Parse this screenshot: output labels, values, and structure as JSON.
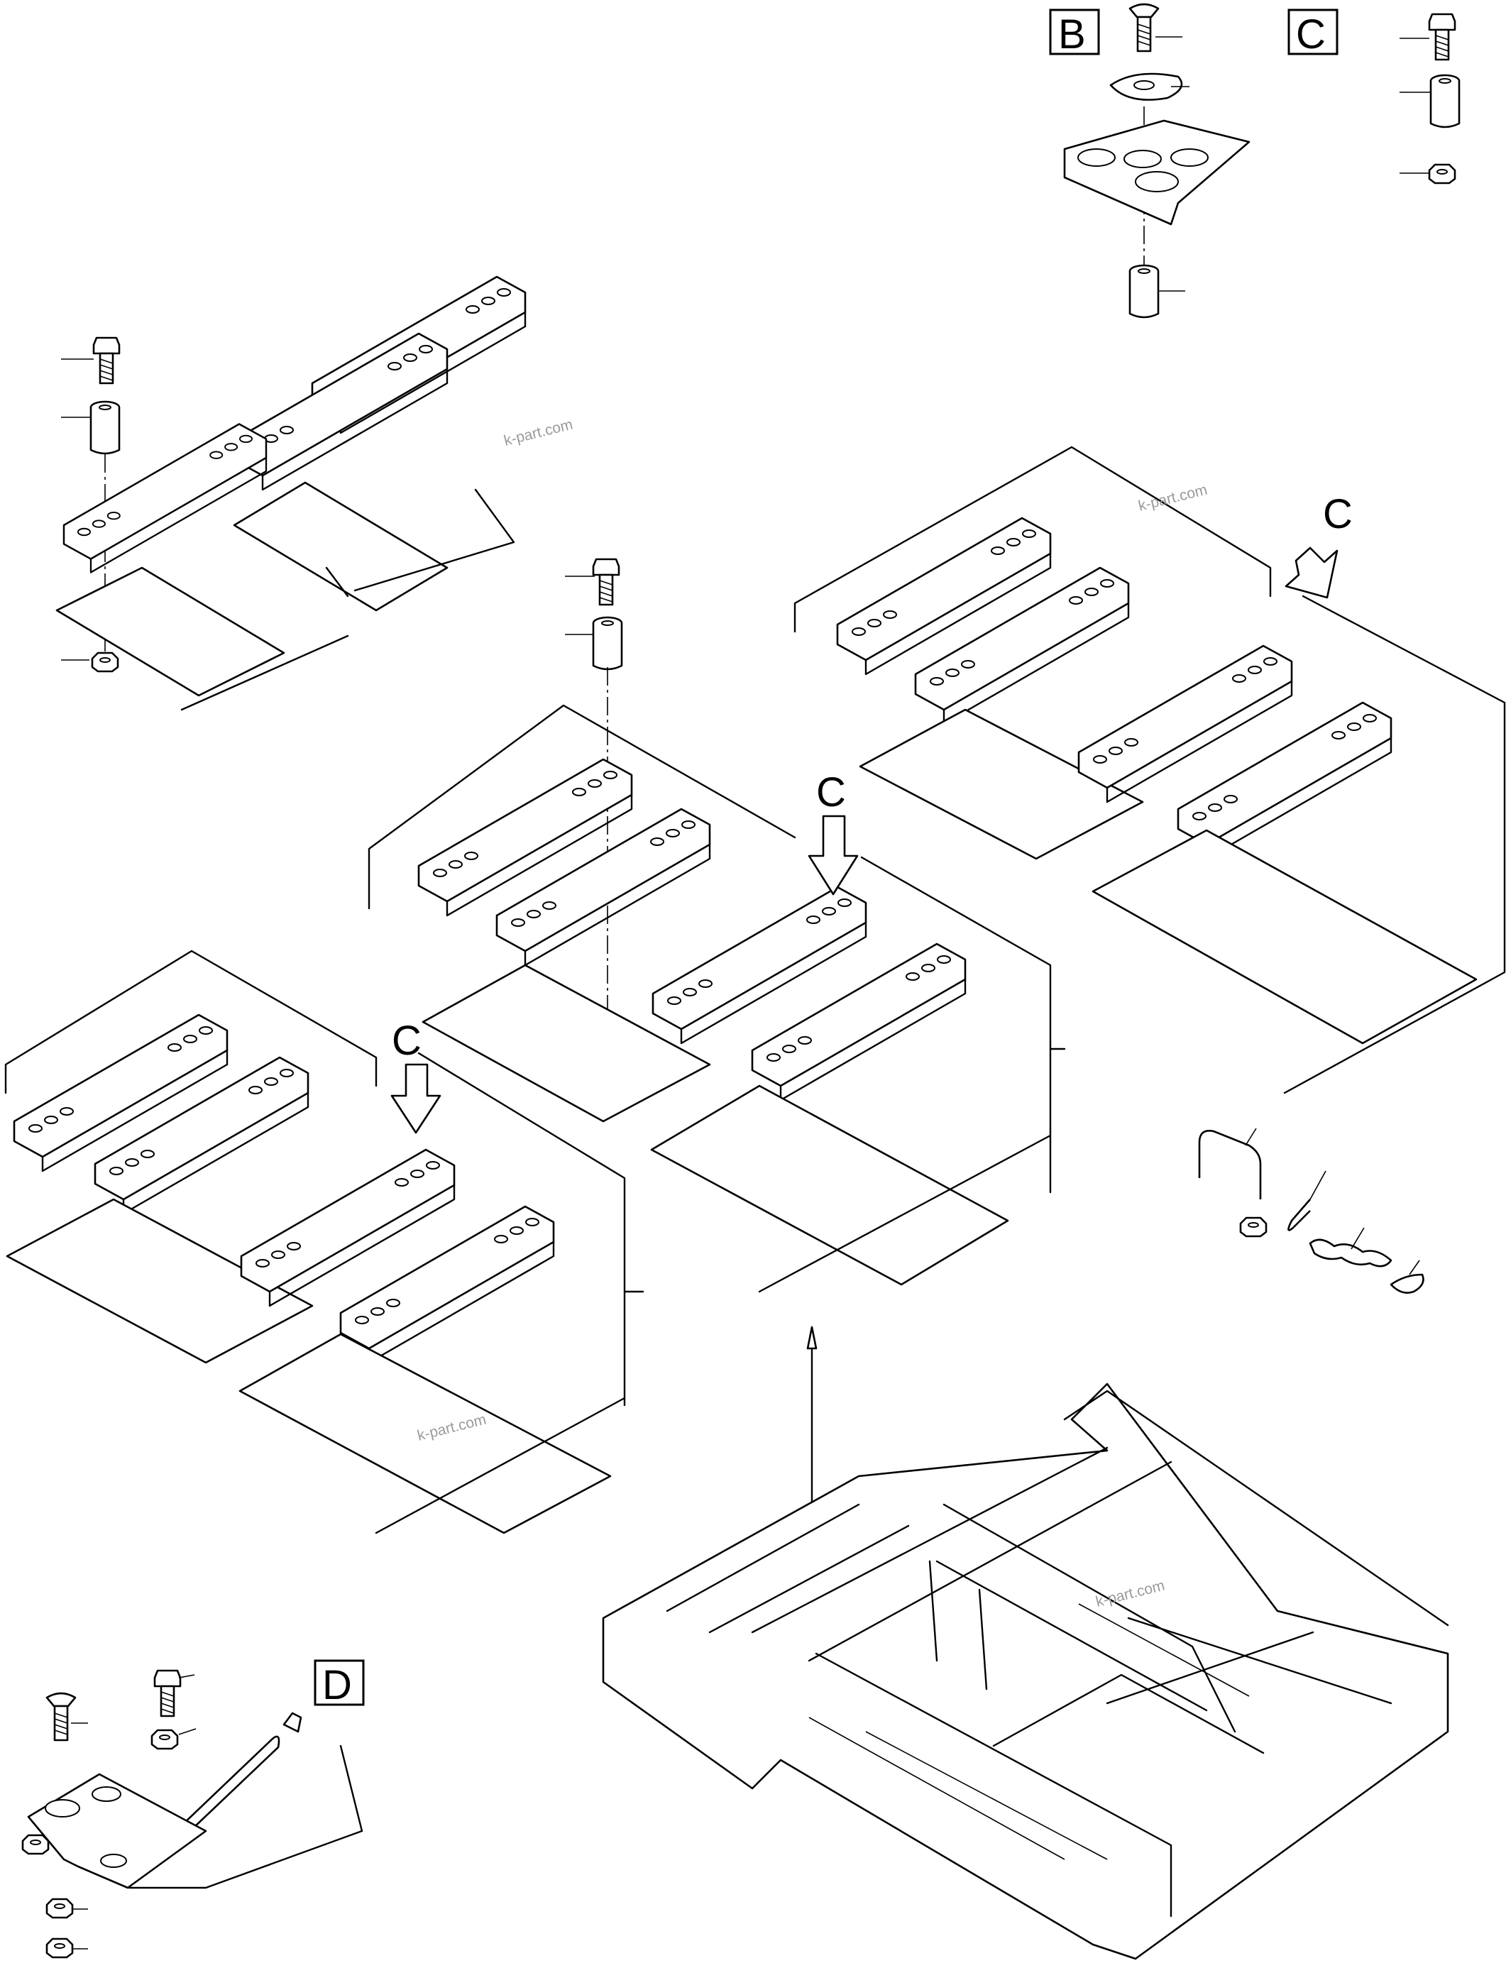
{
  "labels": {
    "view_b": "B",
    "view_c_box": "C",
    "view_c_arrow_1": "C",
    "view_c_arrow_2": "C",
    "view_c_arrow_3": "C",
    "view_d": "D"
  },
  "watermarks": [
    "k-part.com",
    "k-part.com",
    "k-part.com",
    "k-part.com"
  ],
  "colors": {
    "line": "#000000",
    "paper": "#ffffff",
    "watermark": "#9a9a9a"
  }
}
